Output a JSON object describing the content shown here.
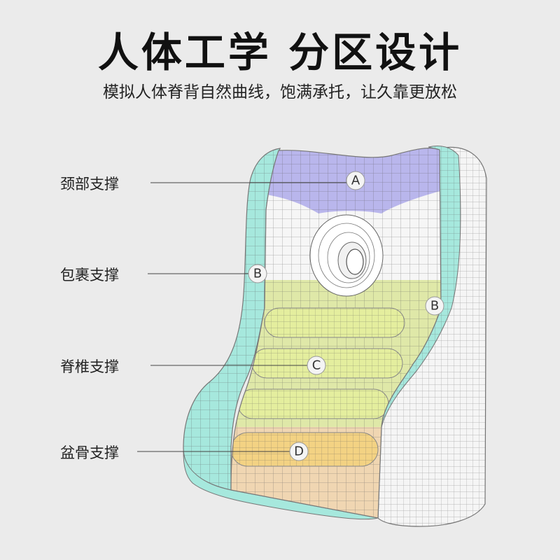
{
  "header": {
    "title": "人体工学 分区设计",
    "subtitle": "模拟人体脊背自然曲线，饱满承托，让久靠更放松"
  },
  "zones": [
    {
      "label": "颈部支撑",
      "marker": "A"
    },
    {
      "label": "包裹支撑",
      "marker": "B"
    },
    {
      "label": "脊椎支撑",
      "marker": "C"
    },
    {
      "label": "盆骨支撑",
      "marker": "D"
    }
  ],
  "colors": {
    "background": "#ebebeb",
    "neck_zone": "#b9b6ec",
    "wrap_zone": "#a6e8dd",
    "spine_zone": "#dfe8a8",
    "pelvis_zone": "#f0d6b2",
    "mesh_line": "#555555"
  }
}
